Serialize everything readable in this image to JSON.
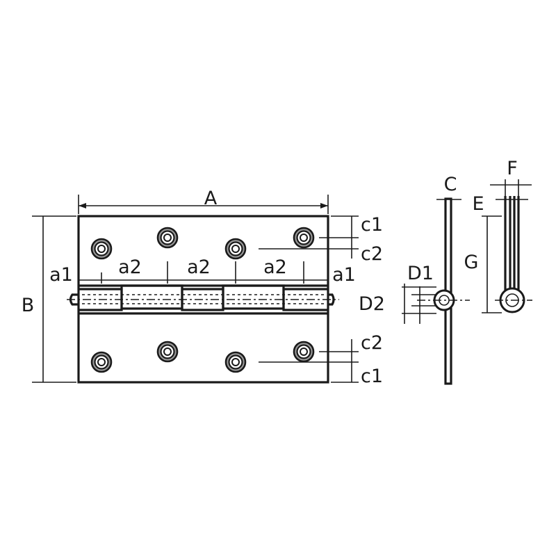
{
  "labels": {
    "A": "A",
    "B": "B",
    "a1_left": "a1",
    "a1_right": "a1",
    "a2_1": "a2",
    "a2_2": "a2",
    "a2_3": "a2",
    "c1_top": "c1",
    "c2_top": "c2",
    "c2_bottom": "c2",
    "c1_bottom": "c1",
    "C": "C",
    "E": "E",
    "F": "F",
    "G": "G",
    "D1": "D1",
    "D2": "D2"
  }
}
